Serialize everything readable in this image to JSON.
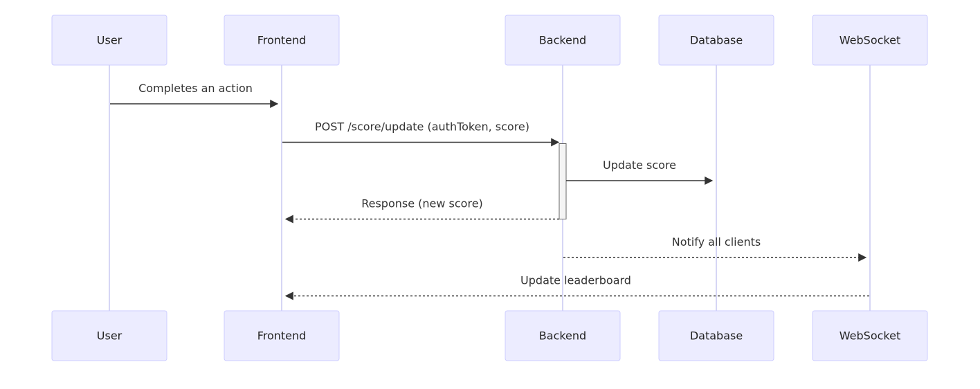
{
  "participants": [
    {
      "id": "user",
      "label": "User"
    },
    {
      "id": "frontend",
      "label": "Frontend"
    },
    {
      "id": "backend",
      "label": "Backend"
    },
    {
      "id": "database",
      "label": "Database"
    },
    {
      "id": "websocket",
      "label": "WebSocket"
    }
  ],
  "messages": [
    {
      "from": "user",
      "to": "frontend",
      "label": "Completes an action",
      "style": "solid"
    },
    {
      "from": "frontend",
      "to": "backend",
      "label": "POST /score/update (authToken, score)",
      "style": "solid"
    },
    {
      "from": "backend",
      "to": "database",
      "label": "Update score",
      "style": "solid"
    },
    {
      "from": "backend",
      "to": "frontend",
      "label": "Response (new score)",
      "style": "dashed"
    },
    {
      "from": "backend",
      "to": "websocket",
      "label": "Notify all clients",
      "style": "dashed"
    },
    {
      "from": "websocket",
      "to": "frontend",
      "label": "Update leaderboard",
      "style": "dashed"
    }
  ],
  "activations": [
    {
      "participant": "backend",
      "from_message": 1,
      "to_message": 3
    }
  ],
  "colors": {
    "actor_fill": "#ececff",
    "actor_border": "#ccccff",
    "lifeline": "#d6d6f5",
    "arrow": "#333333"
  }
}
